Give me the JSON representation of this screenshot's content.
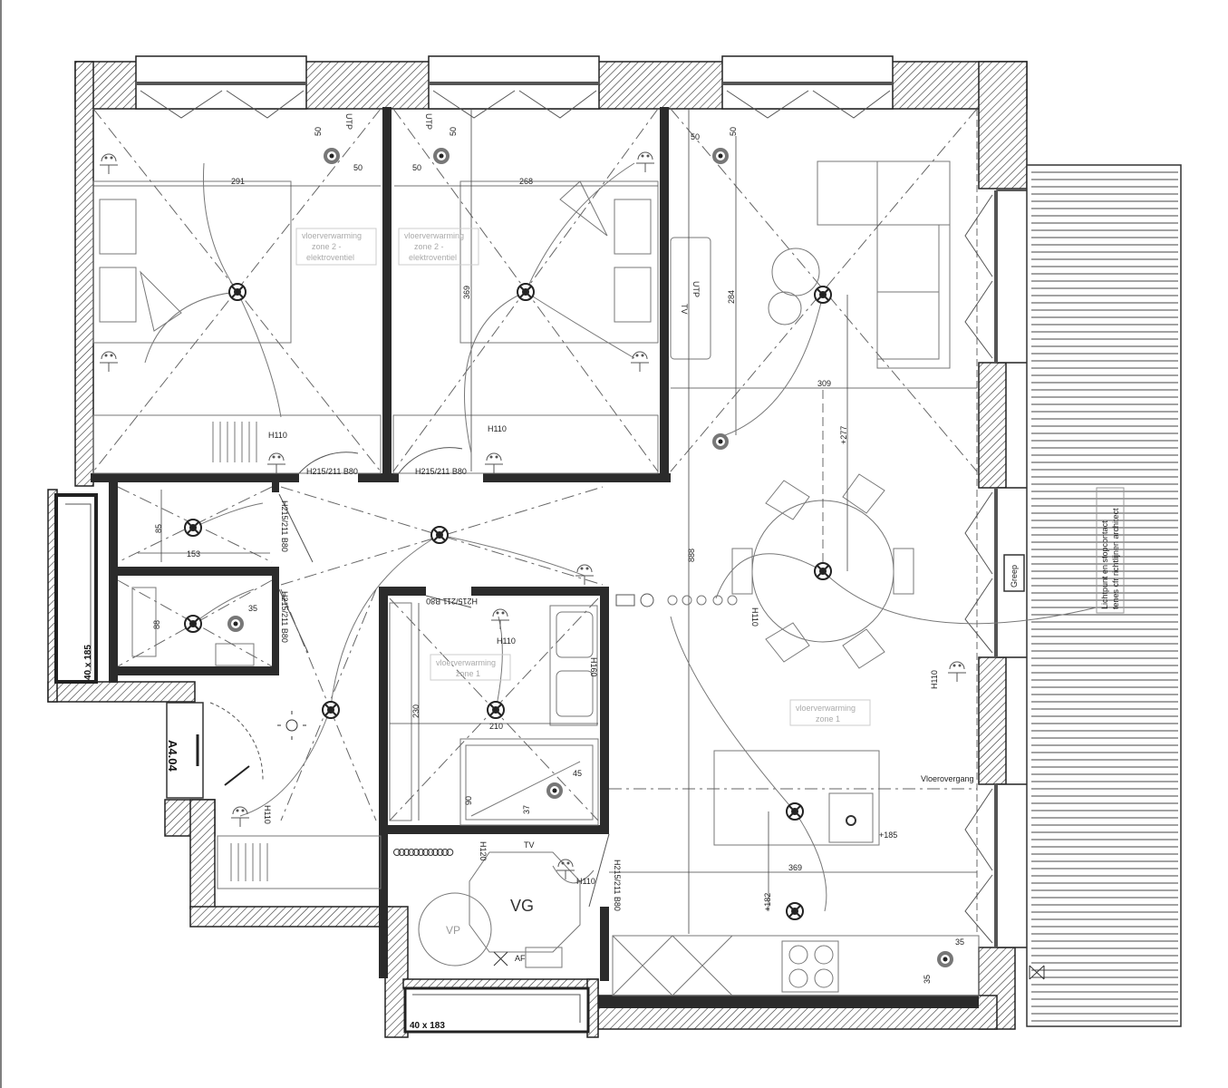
{
  "dimensions": {
    "bedroom1_width": "291",
    "bedroom2_width": "268",
    "bedroom2_depth": "369",
    "living_depth": "284",
    "living_width": "309",
    "living_lamp_offset": "+277",
    "living_total_depth": "888",
    "kitchen_width": "369",
    "kitchen_lamp_height": "+182",
    "island_socket_height": "+185",
    "bathroom_depth": "230",
    "bathroom_width": "210",
    "storage_depth": "85",
    "storage_width": "153",
    "wc_depth": "88",
    "socket_offset_50": "50",
    "socket_offset_35": "35",
    "shower_45": "45",
    "shower_37": "37",
    "shower_90": "90"
  },
  "labels": {
    "zone2": [
      "vloerverwarming",
      "zone 2 -",
      "elektroventiel"
    ],
    "zone1": [
      "vloerverwarming",
      "zone 1"
    ],
    "door_bedroom": "H215/211  B80",
    "door_bath": "H215/211  B80",
    "door_storage": "H215/211  B80",
    "door_tech": "H215/211  B80",
    "switch_height": "H110",
    "switch_height_bath": "H160",
    "switch_height_tech": "H120",
    "window_left": "40 x 185",
    "window_bottom": "40 x 183",
    "unit_id": "A4.04",
    "vloerovergang": "Vloerovergang",
    "greep": "Greep",
    "architect_note": [
      "Lichtpunt en stopcontact",
      "tenes cfr richtlijnen architect"
    ],
    "vg": "VG",
    "vp": "VP",
    "af": "AF",
    "tv": "TV",
    "utp": "UTP"
  }
}
